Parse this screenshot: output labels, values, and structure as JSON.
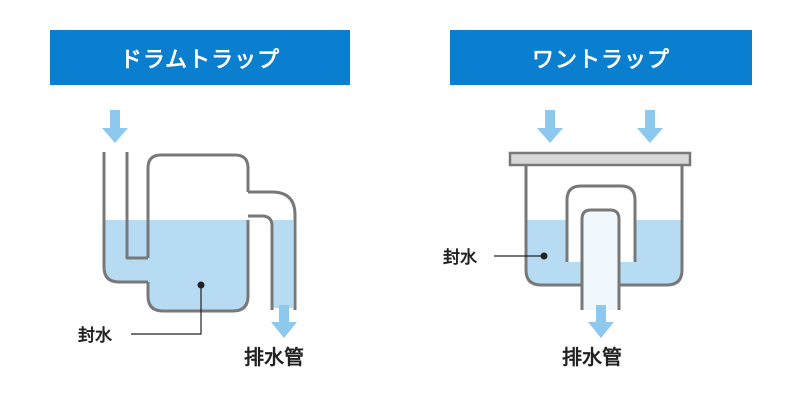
{
  "panels": [
    {
      "title": "ドラムトラップ",
      "water_label": "封水",
      "drain_label": "排水管"
    },
    {
      "title": "ワントラップ",
      "water_label": "封水",
      "drain_label": "排水管"
    }
  ],
  "colors": {
    "banner": "#0a7fd0",
    "banner_text": "#ffffff",
    "water": "#b7dbf2",
    "pipe_outline": "#787878",
    "arrow": "#8dc8ee",
    "lid": "#d8d8d8"
  }
}
